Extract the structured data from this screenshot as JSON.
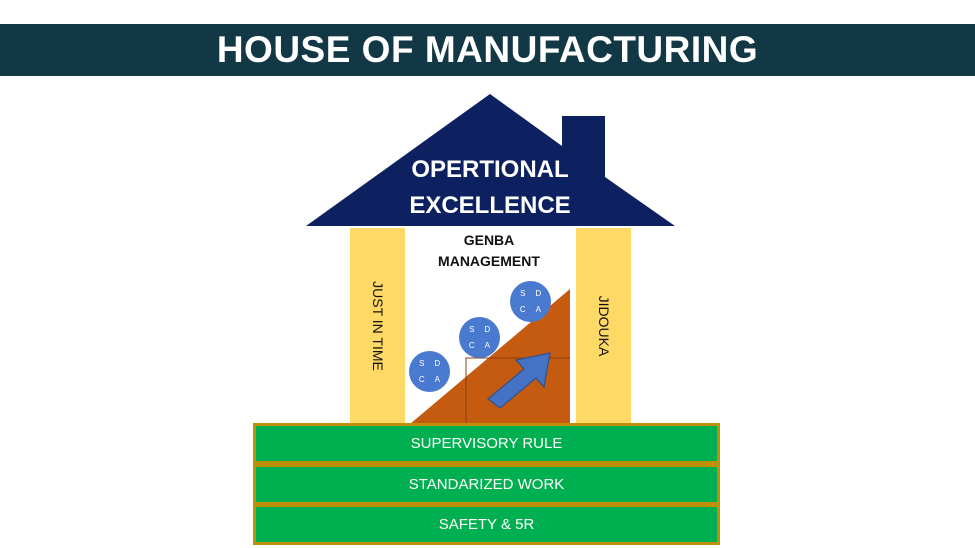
{
  "title": "HOUSE OF MANUFACTURING",
  "roof": {
    "line1": "OPERTIONAL",
    "line2": "EXCELLENCE"
  },
  "pillars": {
    "left": "JUST IN TIME",
    "right": "JIDOUKA"
  },
  "center": {
    "line1": "GENBA",
    "line2": "MANAGEMENT"
  },
  "sdca": {
    "s": "S",
    "d": "D",
    "c": "C",
    "a": "A"
  },
  "foundation": [
    "SUPERVISORY RULE",
    "STANDARIZED WORK",
    "SAFETY & 5R"
  ],
  "colors": {
    "title_bar": "#123845",
    "roof": "#0d2160",
    "pillar": "#ffd966",
    "ramp": "#c55a11",
    "arrow": "#4472c4",
    "foundation_frame": "#c09108",
    "foundation_layer": "#00b050"
  }
}
